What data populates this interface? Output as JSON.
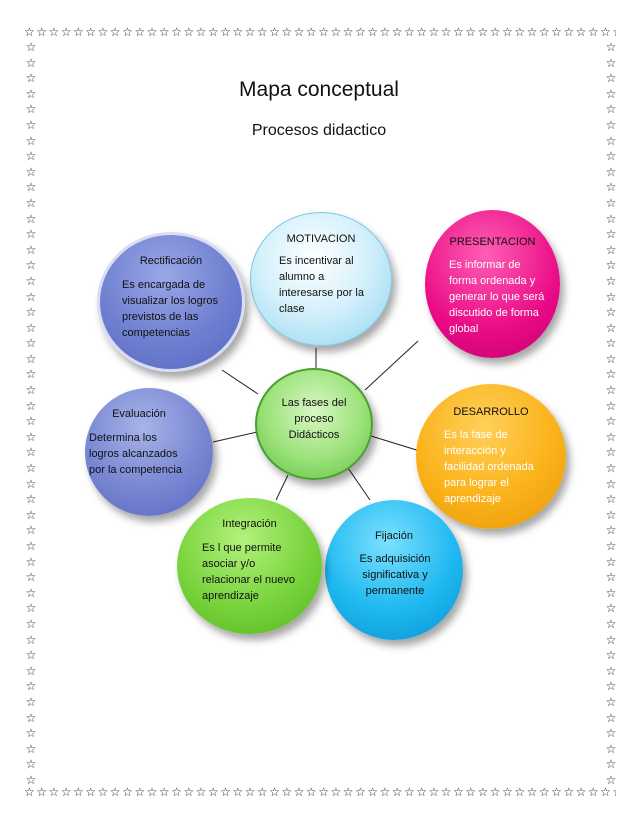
{
  "title": "Mapa conceptual",
  "subtitle": "Procesos didactico",
  "border_glyph": "☆",
  "center": {
    "lines": [
      "Las fases del",
      "proceso",
      "Didácticos"
    ]
  },
  "nodes": {
    "motivacion": {
      "title": "MOTIVACION",
      "lines": [
        "Es  incentivar al",
        "alumno a",
        "interesarse por la",
        "clase"
      ]
    },
    "presentacion": {
      "title": "PRESENTACION",
      "lines": [
        "Es informar de",
        "forma ordenada y",
        "generar lo que será",
        "discutido de forma",
        "global"
      ]
    },
    "desarrollo": {
      "title": "DESARROLLO",
      "lines": [
        "Es la fase de",
        "interacción y",
        "facilidad ordenada",
        "para lograr el",
        "aprendizaje"
      ]
    },
    "fijacion": {
      "title": "Fijación",
      "lines": [
        "Es adquisición",
        "significativa y",
        "permanente"
      ]
    },
    "integracion": {
      "title": "Integración",
      "lines": [
        "Es l que permite",
        "asociar y/o",
        "relacionar el nuevo",
        "aprendizaje"
      ]
    },
    "evaluacion": {
      "title": "Evaluación",
      "lines": [
        "Determina los",
        "logros alcanzados",
        "por la competencia"
      ]
    },
    "rectificacion": {
      "title": "Rectificación",
      "lines": [
        "Es encargada de",
        "visualizar los logros",
        "previstos de las",
        "competencias"
      ]
    }
  },
  "colors": {
    "motivacion": "#bfe8f7",
    "presentacion": "#ea0a86",
    "desarrollo": "#fbb219",
    "fijacion": "#1fb8f0",
    "integracion": "#79d33c",
    "evaluacion": "#7886d2",
    "rectificacion": "#6f7fd0",
    "center": "#9be27a"
  }
}
